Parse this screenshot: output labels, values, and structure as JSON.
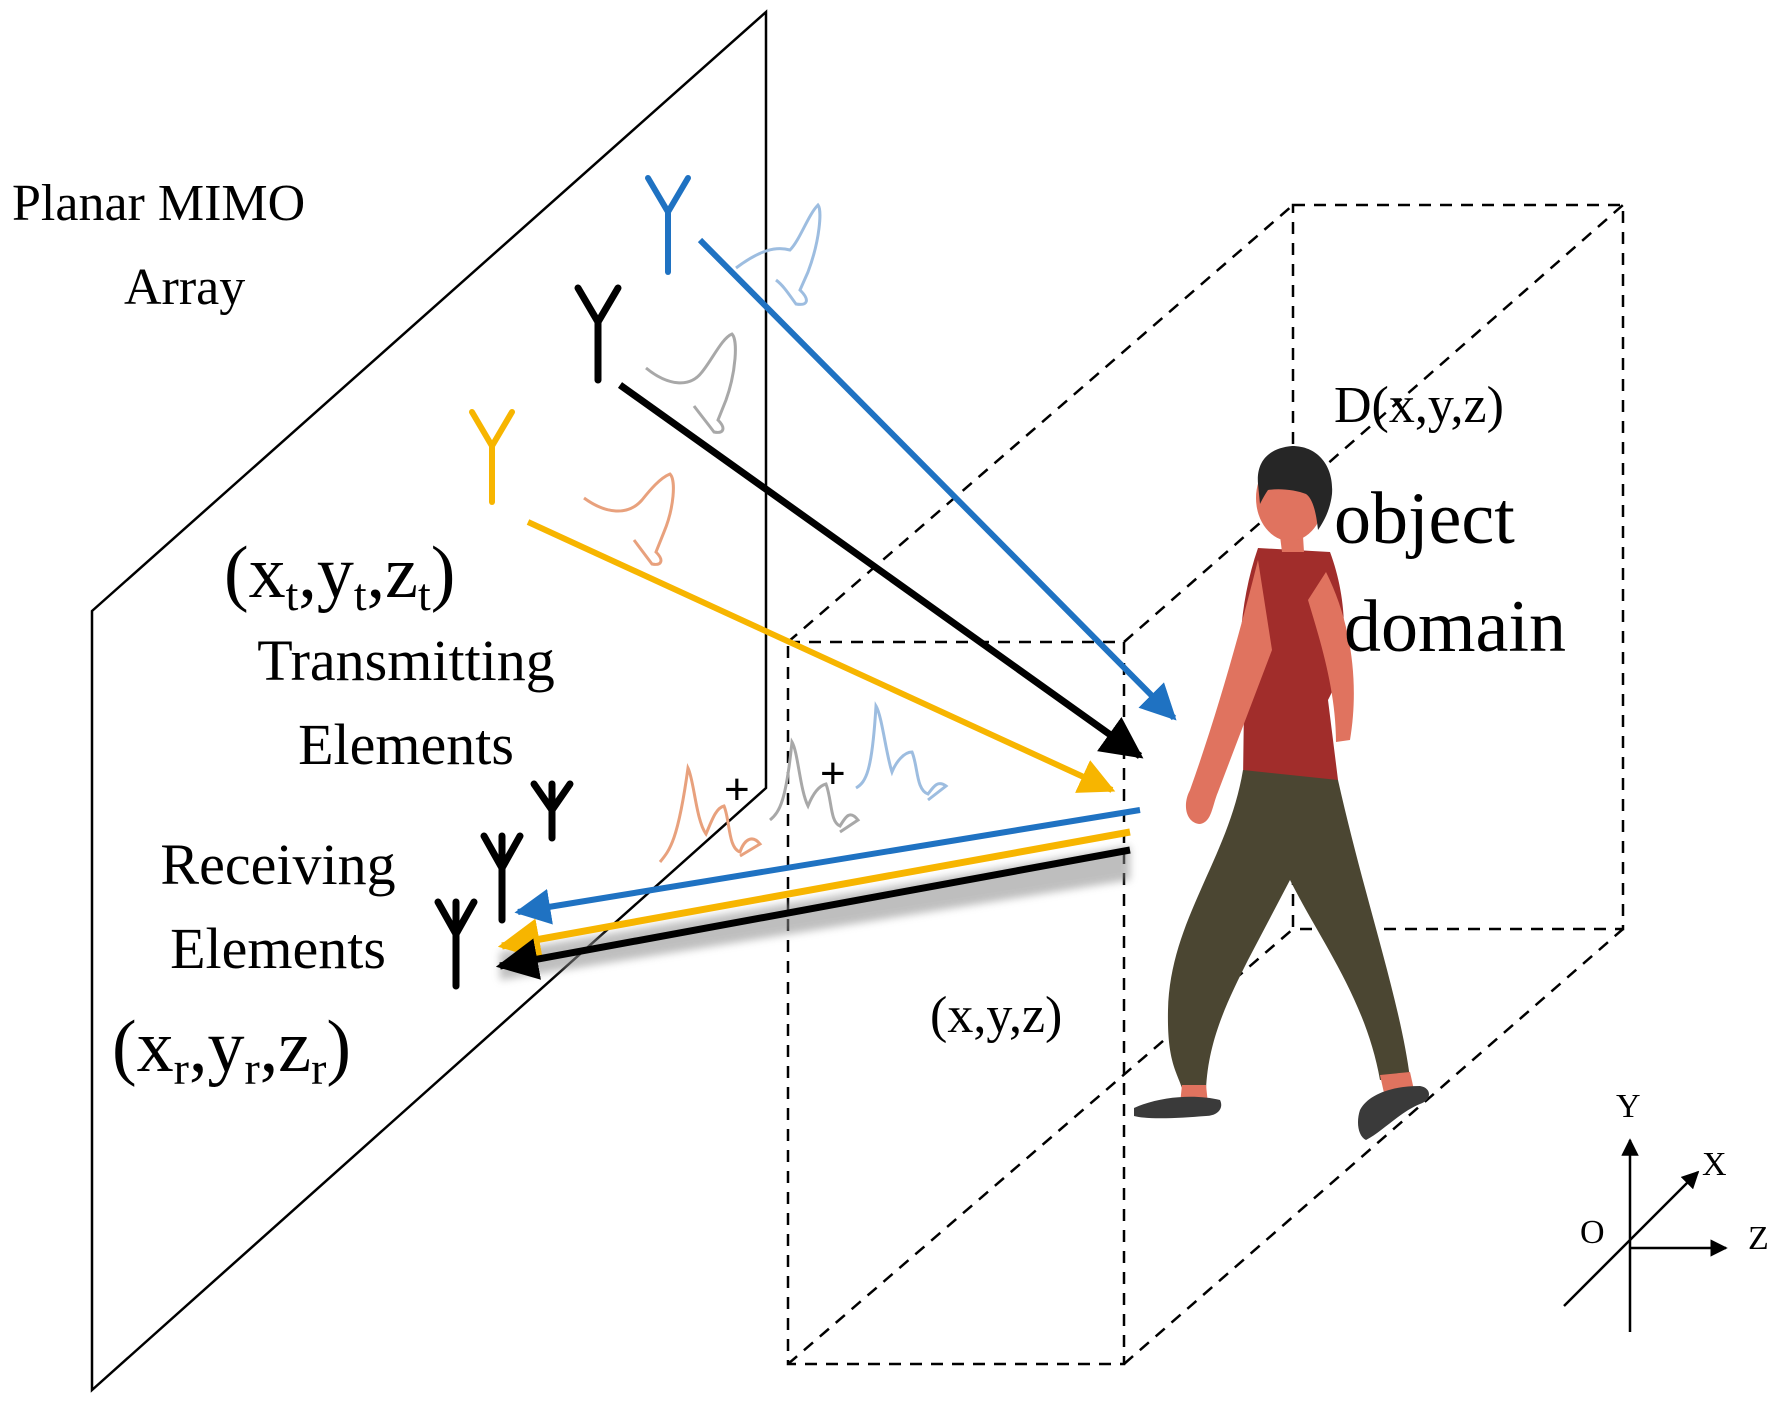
{
  "labels": {
    "array_line1": "Planar MIMO",
    "array_line2": "Array",
    "tx_coord": {
      "open": "(",
      "x": "x",
      "xs": "t",
      "y": "y",
      "ys": "t",
      "z": "z",
      "zs": "t",
      "close": ")"
    },
    "tx_line1": "Transmitting",
    "tx_line2": "Elements",
    "rx_line1": "Receiving",
    "rx_line2": "Elements",
    "rx_coord": {
      "open": "(",
      "x": "x",
      "xs": "r",
      "y": "y",
      "ys": "r",
      "z": "z",
      "zs": "r",
      "close": ")"
    },
    "domain_fn": "D(x,y,z)",
    "object_line1": "object",
    "object_line2": "domain",
    "point": "(x,y,z)",
    "plus": "+",
    "axis_y": "Y",
    "axis_x": "X",
    "axis_z": "Z",
    "axis_o": "O"
  },
  "colors": {
    "blue": "#1f72c2",
    "black": "#000000",
    "yellow": "#f7b500",
    "pulse_blue": "#9dbde0",
    "pulse_gray": "#a8a8a8",
    "pulse_orange": "#e8a17d",
    "shirt": "#a12d2b",
    "skin": "#e0735f",
    "pants": "#4b4632",
    "hair": "#262626"
  },
  "icons": {
    "transmit": "antenna-icon",
    "receive": "antenna-icon",
    "person": "person-figure"
  }
}
